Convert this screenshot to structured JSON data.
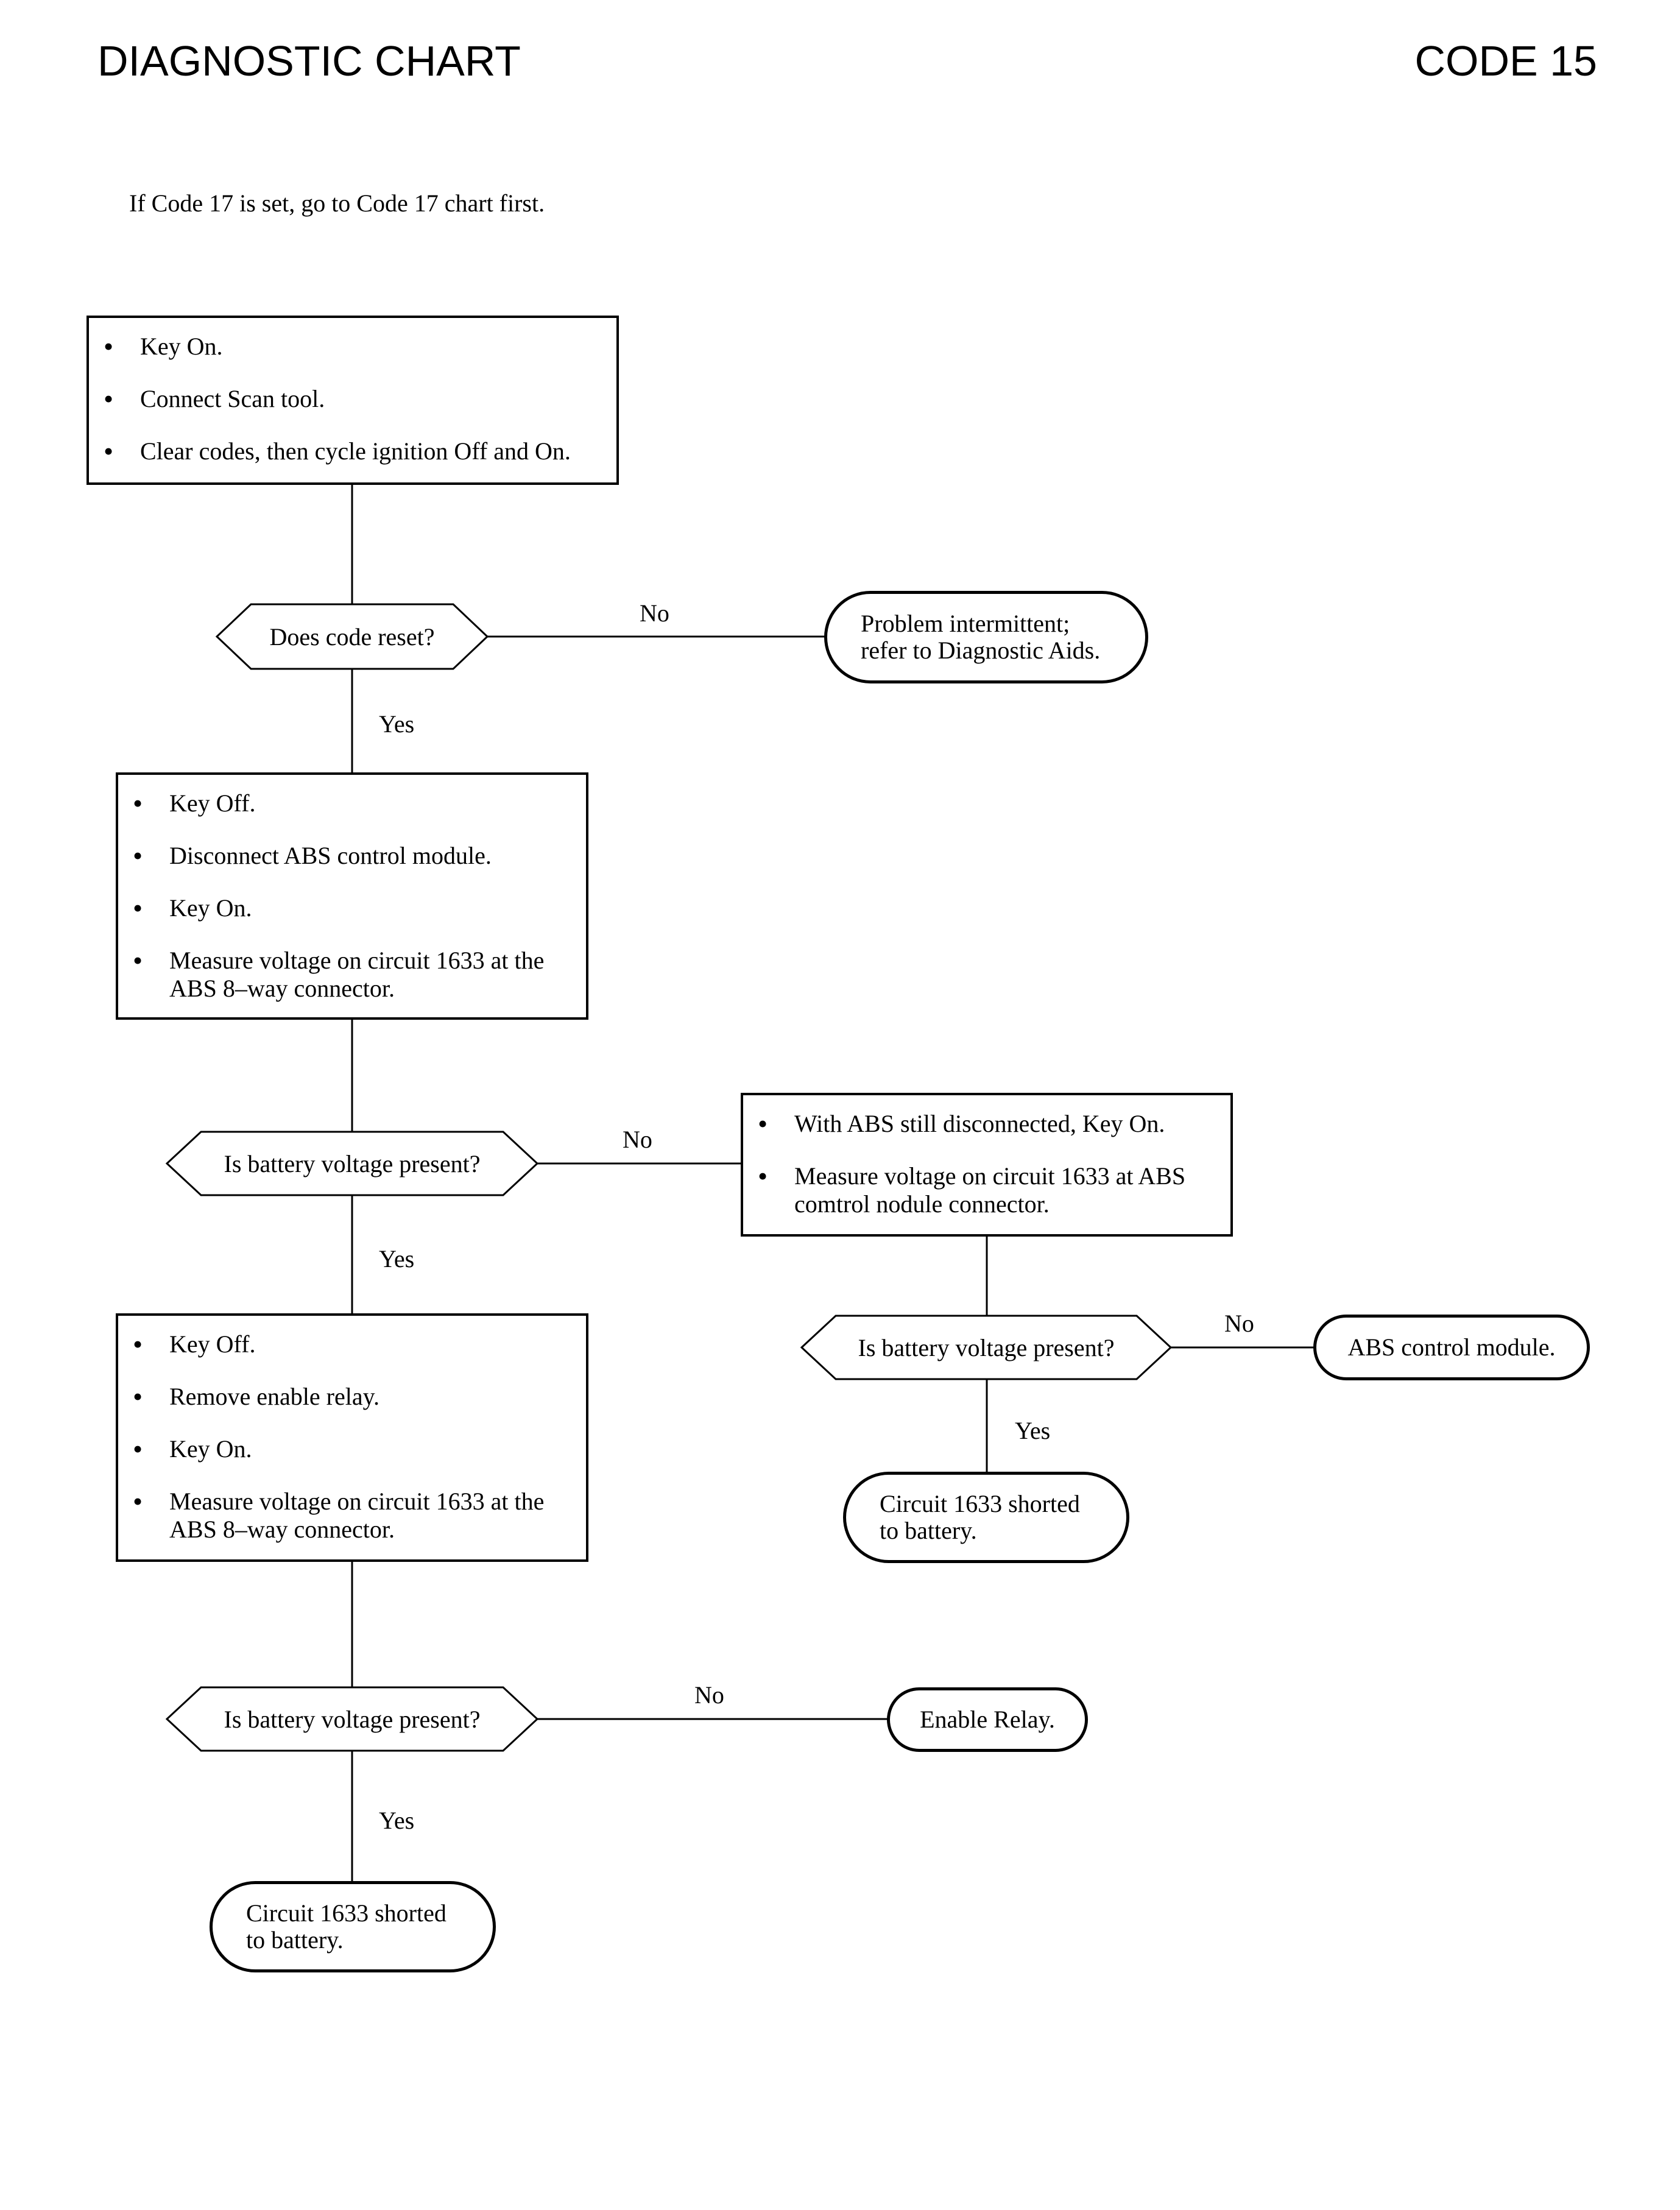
{
  "header": {
    "title": "DIAGNOSTIC CHART",
    "code": "CODE 15"
  },
  "note": "If Code 17 is set, go to Code 17 chart first.",
  "steps": {
    "start": {
      "items": [
        "Key On.",
        "Connect Scan tool.",
        "Clear codes, then cycle ignition Off and On."
      ]
    },
    "step2": {
      "items": [
        "Key Off.",
        "Disconnect ABS control module.",
        "Key On.",
        "Measure voltage on circuit 1633 at the ABS 8–way connector."
      ]
    },
    "step3": {
      "items": [
        "With ABS still disconnected, Key On.",
        "Measure voltage on circuit 1633 at ABS comtrol nodule connector."
      ]
    },
    "step4": {
      "items": [
        "Key Off.",
        "Remove enable relay.",
        "Key On.",
        "Measure voltage on circuit 1633 at the ABS 8–way connector."
      ]
    }
  },
  "decisions": {
    "d1": "Does code reset?",
    "d2": "Is battery voltage present?",
    "d3": "Is battery voltage present?",
    "d4": "Is battery voltage present?"
  },
  "terminals": {
    "t1": [
      "Problem intermittent;",
      "refer to Diagnostic Aids."
    ],
    "t2": [
      "ABS control module."
    ],
    "t3": [
      "Circuit 1633 shorted",
      "to battery."
    ],
    "t4": [
      "Enable Relay."
    ],
    "t5": [
      "Circuit 1633 shorted",
      "to battery."
    ]
  },
  "labels": {
    "no1": "No",
    "yes1": "Yes",
    "no2": "No",
    "yes2": "Yes",
    "no3": "No",
    "yes3": "Yes",
    "no4": "No",
    "yes4": "Yes"
  }
}
